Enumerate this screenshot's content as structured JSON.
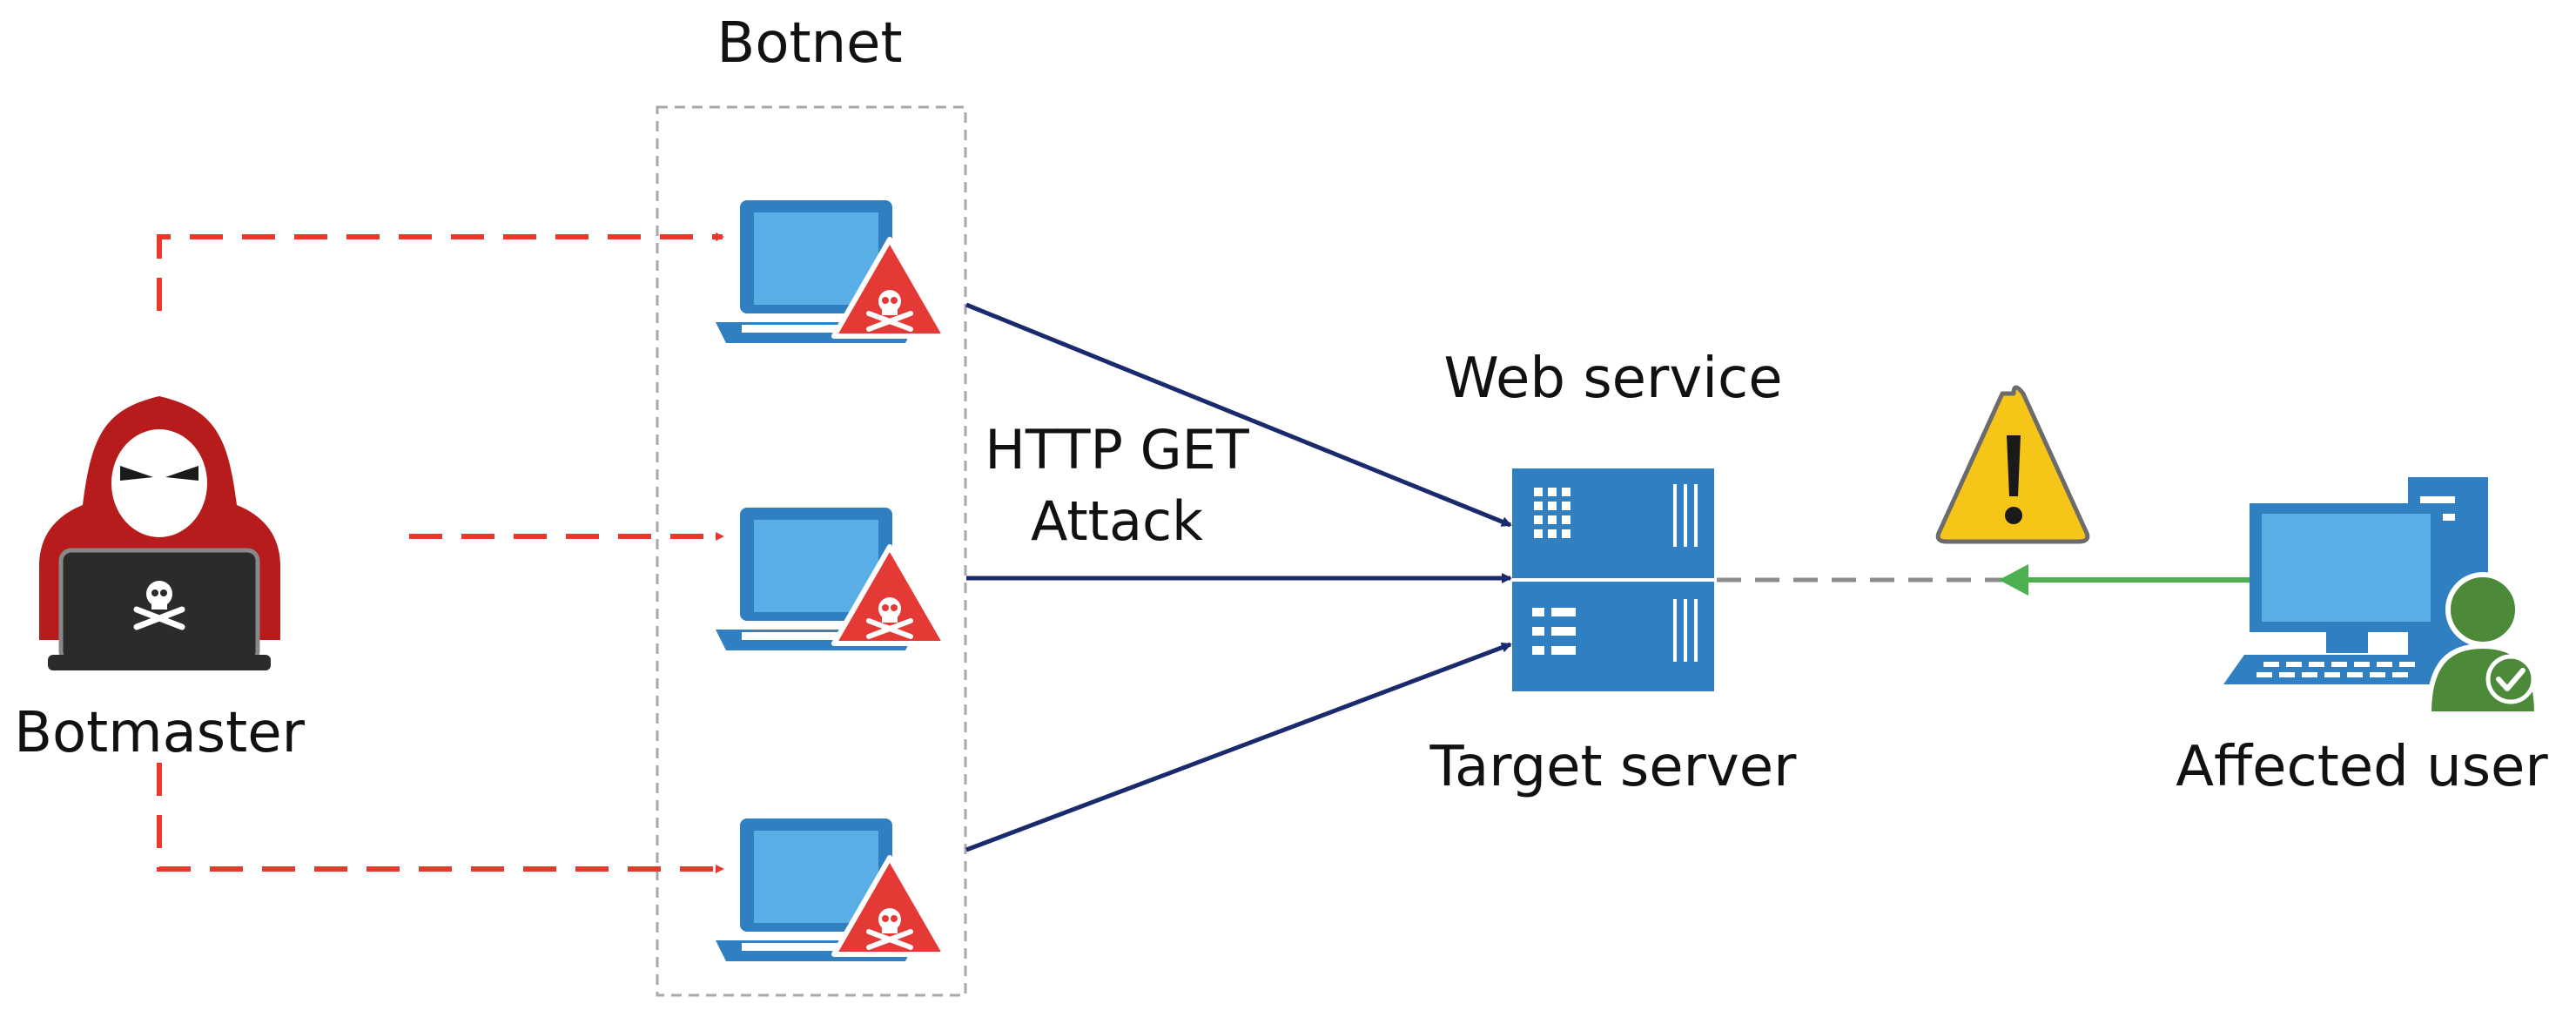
{
  "labels": {
    "botnet": "Botnet",
    "botmaster": "Botmaster",
    "web_service": "Web service",
    "http_get_line1": "HTTP GET",
    "http_get_line2": "Attack",
    "target_server": "Target server",
    "affected_user": "Affected user"
  },
  "colors": {
    "command_arrow": "#e8392c",
    "attack_arrow": "#1a2a6c",
    "user_arrow": "#4caf50",
    "blocked_link": "#8c8c8c",
    "laptop_blue": "#2f7fc1",
    "screen_blue": "#5aaee6",
    "warning_red": "#e53935",
    "hood_red": "#b71c1c",
    "server_blue": "#2f7fc1",
    "warning_yellow": "#f5c518",
    "user_green": "#4c8a3a"
  },
  "icons": {
    "botmaster": "hacker-icon",
    "bot": "infected-laptop-icon",
    "server": "server-icon",
    "warning": "warning-icon",
    "user": "user-computer-icon"
  }
}
